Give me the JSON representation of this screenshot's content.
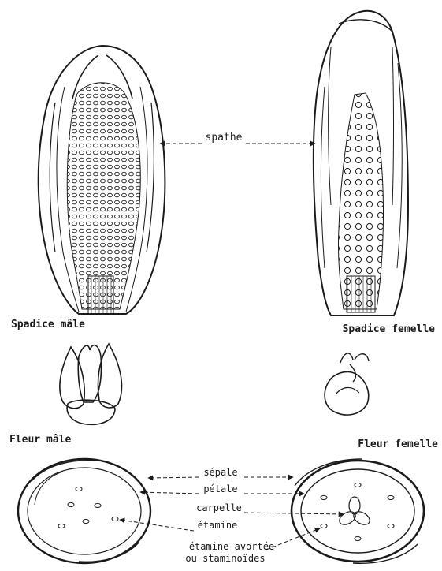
{
  "labels": {
    "spathe": "spathe",
    "spadice_male": "Spadice mâle",
    "spadice_femelle": "Spadice femelle",
    "fleur_male": "Fleur mâle",
    "fleur_femelle": "Fleur femelle",
    "sepale": "sépale",
    "petale": "pétale",
    "carpelle": "carpelle",
    "etamine": "étamine",
    "etamine_avortee_1": "étamine avortée",
    "etamine_avortee_2": "ou staminoïdes"
  },
  "colors": {
    "ink": "#1a1a1a",
    "paper": "#ffffff"
  }
}
